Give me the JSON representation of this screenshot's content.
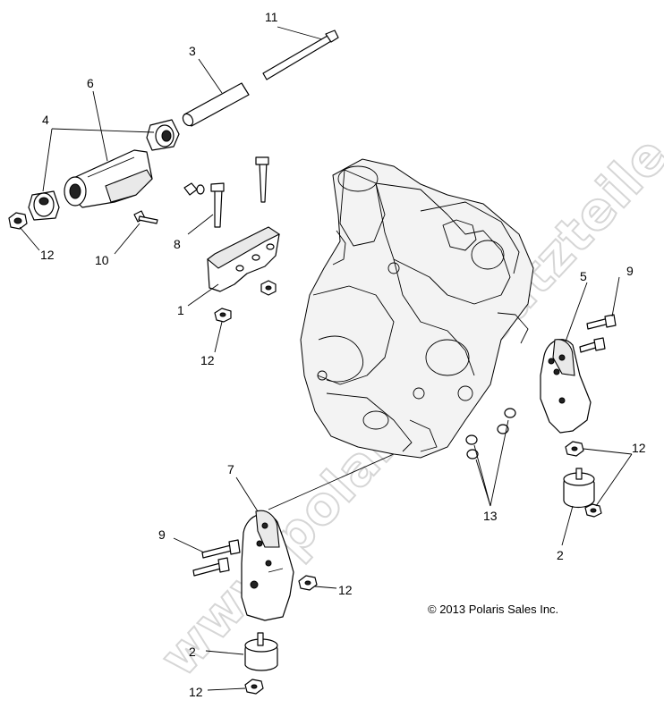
{
  "diagram": {
    "watermark": "www.polaris-ersatzteile.de",
    "copyright": "© 2013 Polaris Sales Inc.",
    "callouts": {
      "c1": "1",
      "c2a": "2",
      "c2b": "2",
      "c3": "3",
      "c4": "4",
      "c5": "5",
      "c6": "6",
      "c7": "7",
      "c8": "8",
      "c9a": "9",
      "c9b": "9",
      "c10": "10",
      "c11": "11",
      "c12a": "12",
      "c12b": "12",
      "c12c": "12",
      "c12d": "12",
      "c12e": "12",
      "c13": "13"
    }
  }
}
